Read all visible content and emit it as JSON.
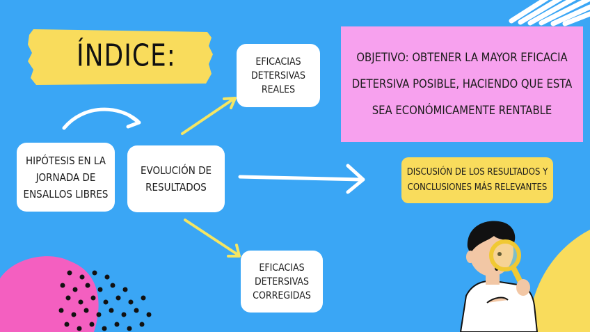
{
  "title": "ÍNDICE:",
  "nodes": {
    "hipotesis": "HIPÓTESIS EN LA JORNADA DE ENSALLOS LIBRES",
    "evolucion": "EVOLUCIÓN DE RESULTADOS",
    "eficacias_reales": "EFICACIAS DETERSIVAS REALES",
    "eficacias_corregidas": "EFICACIAS DETERSIVAS CORREGIDAS",
    "objetivo": "OBJETIVO: OBTENER LA MAYOR EFICACIA DETERSIVA POSIBLE, HACIENDO QUE ESTA SEA ECONÓMICAMENTE RENTABLE",
    "discusion": "DISCUSIÓN DE LOS RESULTADOS Y CONCLUSIONES MÁS RELEVANTES"
  },
  "colors": {
    "background": "#3aa6f5",
    "title_banner": "#f9dc5c",
    "objetivo_box": "#f7a1ee",
    "discusion_box": "#f9dc5c",
    "arrow_yellow": "#f5e663",
    "arrow_white": "#ffffff",
    "pink_blob": "#f45fc0",
    "dots": "#111111"
  }
}
